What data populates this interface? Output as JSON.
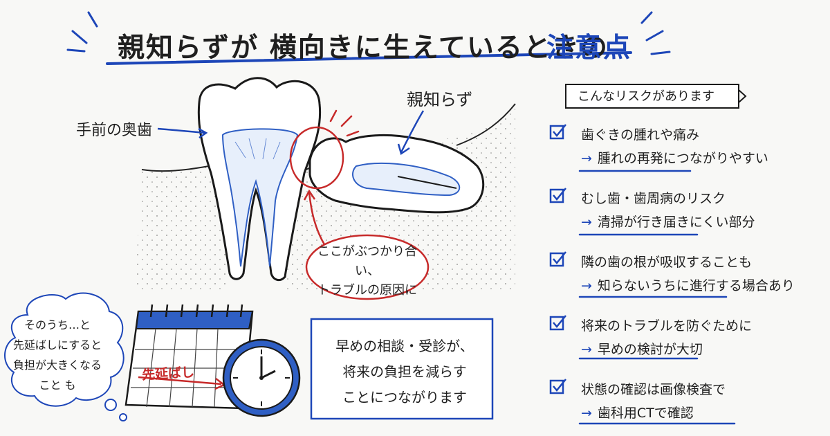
{
  "title": {
    "main": "親知らずが 横向きに生えているときの",
    "accent": "注意点"
  },
  "diagram": {
    "front_tooth_label": "手前の奥歯",
    "wisdom_tooth_label": "親知らず",
    "collision_note_line1": "ここがぶつかり合い、",
    "collision_note_line2": "トラブルの原因に"
  },
  "risks": {
    "heading": "こんなリスクがあります",
    "items": [
      {
        "main": "歯ぐきの腫れや痛み",
        "sub": "腫れの再発につながりやすい"
      },
      {
        "main": "むし歯・歯周病のリスク",
        "sub": "清掃が行き届きにくい部分"
      },
      {
        "main": "隣の歯の根が吸収することも",
        "sub": "知らないうちに進行する場合あり"
      },
      {
        "main": "将来のトラブルを防ぐために",
        "sub": "早めの検討が大切"
      },
      {
        "main": "状態の確認は画像検査で",
        "sub": "歯科用CTで確認"
      }
    ]
  },
  "thought_cloud": {
    "line1": "そのうち…と",
    "line2": "先延ばしにすると",
    "line3": "負担が大きくなる",
    "line4": "こと も"
  },
  "calendar": {
    "postpone_label": "先延ばし"
  },
  "advice": {
    "line1": "早めの相談・受診が、",
    "line2": "将来の負担を減らす",
    "line3": "ことにつながります"
  },
  "colors": {
    "accent_blue": "#1d46b8",
    "alert_red": "#c72a2a",
    "ink": "#1f1f1f",
    "background": "#f8f8f6"
  }
}
